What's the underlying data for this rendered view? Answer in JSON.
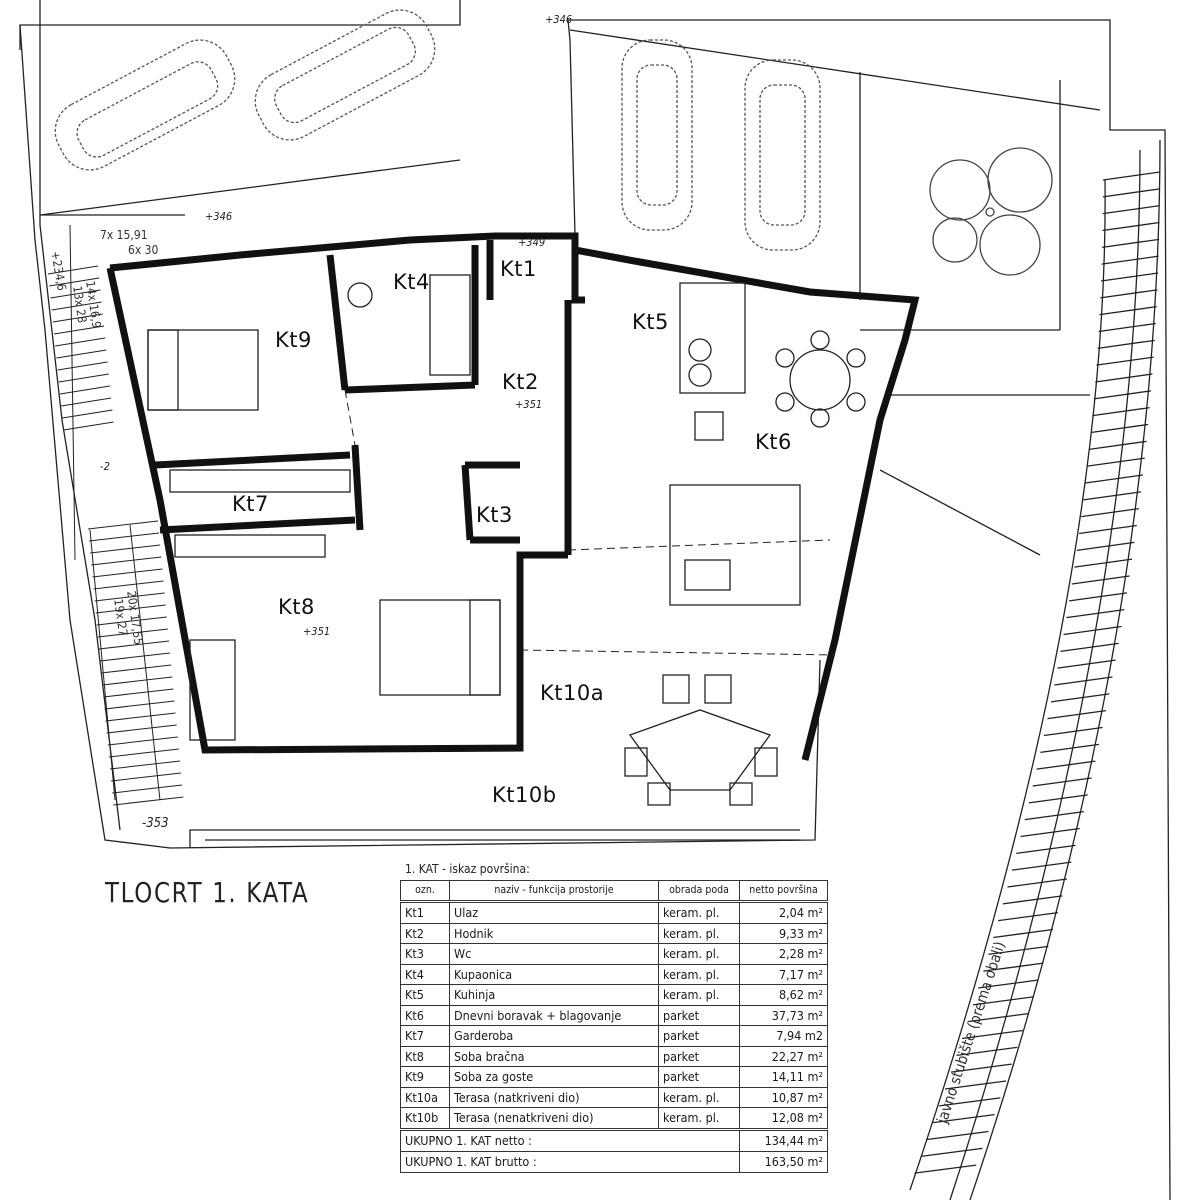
{
  "drawing": {
    "title": "TLOCRT 1. KATA",
    "rooms": [
      {
        "id": "Kt1"
      },
      {
        "id": "Kt2"
      },
      {
        "id": "Kt3"
      },
      {
        "id": "Kt4"
      },
      {
        "id": "Kt5"
      },
      {
        "id": "Kt6"
      },
      {
        "id": "Kt7"
      },
      {
        "id": "Kt8"
      },
      {
        "id": "Kt9"
      },
      {
        "id": "Kt10a"
      },
      {
        "id": "Kt10b"
      }
    ],
    "elevations": {
      "top": "+346",
      "stair_top": "+346",
      "entrance": "+349",
      "hall": "+351",
      "bedroom": "+351",
      "left_side": "+234,6",
      "landing": "-2",
      "bottom": "-353"
    },
    "stair_notes": [
      "7x 15,91",
      "6x 30",
      "14x 16,9",
      "13x 28",
      "20x 17,55",
      "19x 27"
    ],
    "public_stair": "javno stubište (prema obali)"
  },
  "table": {
    "caption": "1. KAT  - iskaz površina:",
    "headers": [
      "ozn.",
      "naziv - funkcija prostorije",
      "obrada poda",
      "netto površina"
    ],
    "rows": [
      {
        "code": "Kt1",
        "name": "Ulaz",
        "floor": "keram. pl.",
        "area": "2,04 m²"
      },
      {
        "code": "Kt2",
        "name": "Hodnik",
        "floor": "keram. pl.",
        "area": "9,33 m²"
      },
      {
        "code": "Kt3",
        "name": "Wc",
        "floor": "keram. pl.",
        "area": "2,28 m²"
      },
      {
        "code": "Kt4",
        "name": "Kupaonica",
        "floor": "keram. pl.",
        "area": "7,17 m²"
      },
      {
        "code": "Kt5",
        "name": "Kuhinja",
        "floor": "keram. pl.",
        "area": "8,62 m²"
      },
      {
        "code": "Kt6",
        "name": "Dnevni boravak + blagovanje",
        "floor": "parket",
        "area": "37,73 m²"
      },
      {
        "code": "Kt7",
        "name": "Garderoba",
        "floor": "parket",
        "area": "7,94 m2"
      },
      {
        "code": "Kt8",
        "name": "Soba bračna",
        "floor": "parket",
        "area": "22,27 m²"
      },
      {
        "code": "Kt9",
        "name": "Soba za goste",
        "floor": "parket",
        "area": "14,11 m²"
      },
      {
        "code": "Kt10a",
        "name": "Terasa (natkriveni dio)",
        "floor": "keram. pl.",
        "area": "10,87 m²"
      },
      {
        "code": "Kt10b",
        "name": "Terasa (nenatkriveni dio)",
        "floor": "keram. pl.",
        "area": "12,08 m²"
      }
    ],
    "totals": [
      {
        "label": "UKUPNO 1. KAT netto :",
        "value": "134,44 m²"
      },
      {
        "label": "UKUPNO 1. KAT brutto :",
        "value": "163,50 m²"
      }
    ]
  }
}
